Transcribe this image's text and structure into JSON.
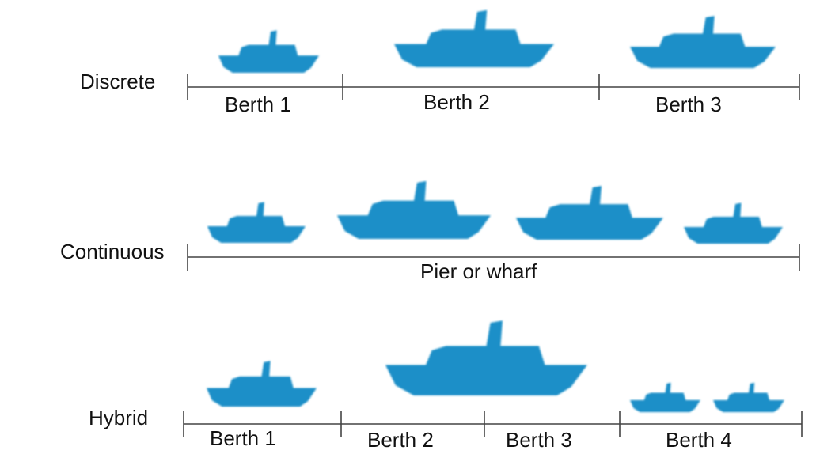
{
  "ship_color": "#1a8fc8",
  "line_color": "#444444",
  "rows": [
    {
      "label": "Discrete",
      "segments": [
        "Berth 1",
        "Berth 2",
        "Berth 3"
      ]
    },
    {
      "label": "Continuous",
      "segments": [
        "Pier or wharf"
      ]
    },
    {
      "label": "Hybrid",
      "segments": [
        "Berth 1",
        "Berth 2",
        "Berth 3",
        "Berth 4"
      ]
    }
  ]
}
